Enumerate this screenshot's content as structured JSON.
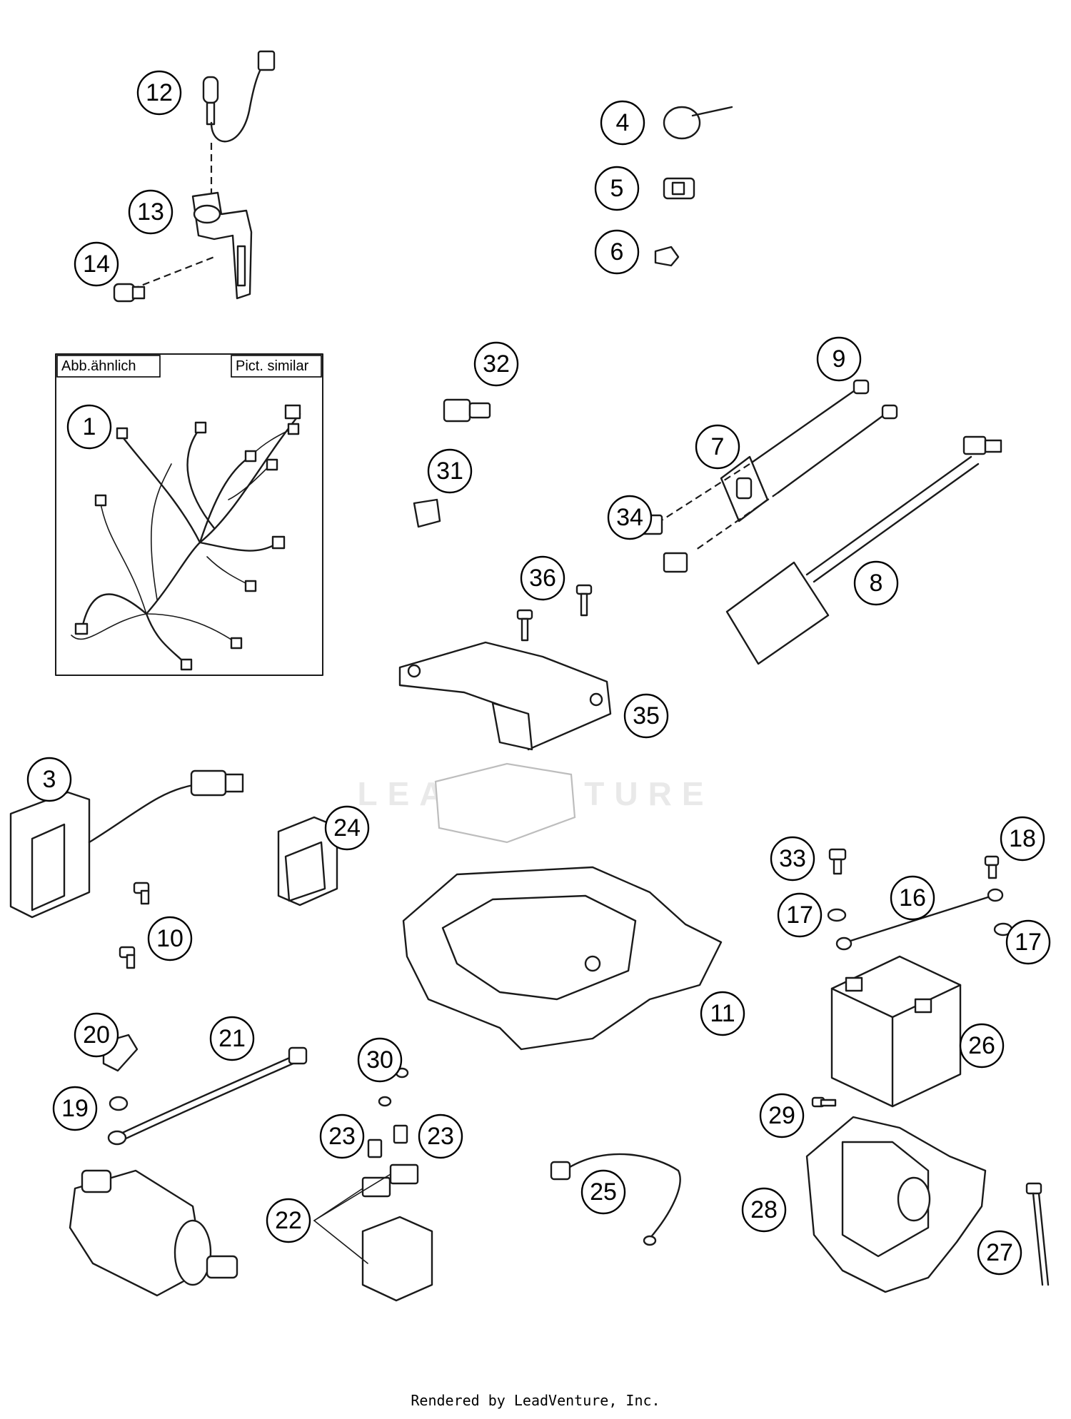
{
  "inset_box": {
    "label_left": "Abb.ähnlich",
    "label_right": "Pict. similar"
  },
  "watermark": "LEADVENTURE",
  "footer": "Rendered by LeadVenture, Inc.",
  "callouts": [
    {
      "id": "callout-12",
      "label": "12"
    },
    {
      "id": "callout-13",
      "label": "13"
    },
    {
      "id": "callout-14",
      "label": "14"
    },
    {
      "id": "callout-4",
      "label": "4"
    },
    {
      "id": "callout-5",
      "label": "5"
    },
    {
      "id": "callout-6",
      "label": "6"
    },
    {
      "id": "callout-1",
      "label": "1"
    },
    {
      "id": "callout-32",
      "label": "32"
    },
    {
      "id": "callout-31",
      "label": "31"
    },
    {
      "id": "callout-9",
      "label": "9"
    },
    {
      "id": "callout-7",
      "label": "7"
    },
    {
      "id": "callout-34",
      "label": "34"
    },
    {
      "id": "callout-8",
      "label": "8"
    },
    {
      "id": "callout-36",
      "label": "36"
    },
    {
      "id": "callout-35",
      "label": "35"
    },
    {
      "id": "callout-3",
      "label": "3"
    },
    {
      "id": "callout-24",
      "label": "24"
    },
    {
      "id": "callout-10",
      "label": "10"
    },
    {
      "id": "callout-33",
      "label": "33"
    },
    {
      "id": "callout-18",
      "label": "18"
    },
    {
      "id": "callout-16",
      "label": "16"
    },
    {
      "id": "callout-17a",
      "label": "17"
    },
    {
      "id": "callout-17b",
      "label": "17"
    },
    {
      "id": "callout-11",
      "label": "11"
    },
    {
      "id": "callout-26",
      "label": "26"
    },
    {
      "id": "callout-20",
      "label": "20"
    },
    {
      "id": "callout-21",
      "label": "21"
    },
    {
      "id": "callout-19",
      "label": "19"
    },
    {
      "id": "callout-30",
      "label": "30"
    },
    {
      "id": "callout-23a",
      "label": "23"
    },
    {
      "id": "callout-23b",
      "label": "23"
    },
    {
      "id": "callout-22",
      "label": "22"
    },
    {
      "id": "callout-25",
      "label": "25"
    },
    {
      "id": "callout-29",
      "label": "29"
    },
    {
      "id": "callout-28",
      "label": "28"
    },
    {
      "id": "callout-27",
      "label": "27"
    }
  ]
}
